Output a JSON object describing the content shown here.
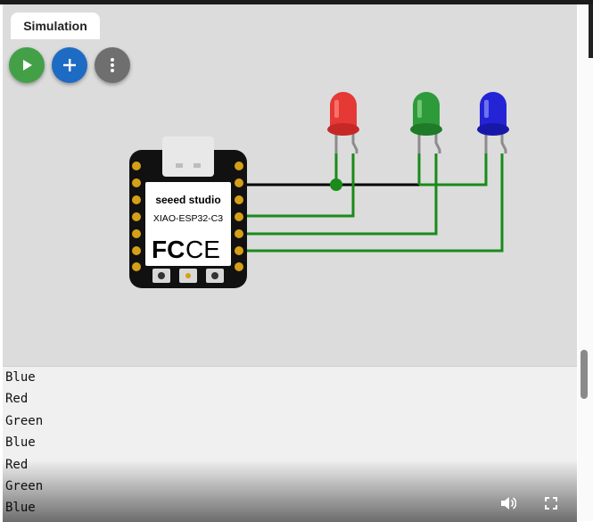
{
  "simulation": {
    "tab_label": "Simulation",
    "buttons": {
      "play": "play-icon",
      "add": "plus-icon",
      "more": "more-vertical-icon"
    }
  },
  "board": {
    "brand": "seeed studio",
    "model": "XIAO-ESP32-C3",
    "cert_fc": "FC",
    "cert_ce": "CE"
  },
  "leds": [
    {
      "color": "red",
      "fill": "#e53935"
    },
    {
      "color": "green",
      "fill": "#2e9b3a"
    },
    {
      "color": "blue",
      "fill": "#2424d6"
    }
  ],
  "wire_colors": {
    "ground": "#000000",
    "signal": "#1a8a1a"
  },
  "console": {
    "lines": [
      "Blue",
      "Red",
      "Green",
      "Blue",
      "Red",
      "Green",
      "Blue"
    ]
  },
  "video_controls": [
    "volume-icon",
    "fullscreen-icon"
  ]
}
